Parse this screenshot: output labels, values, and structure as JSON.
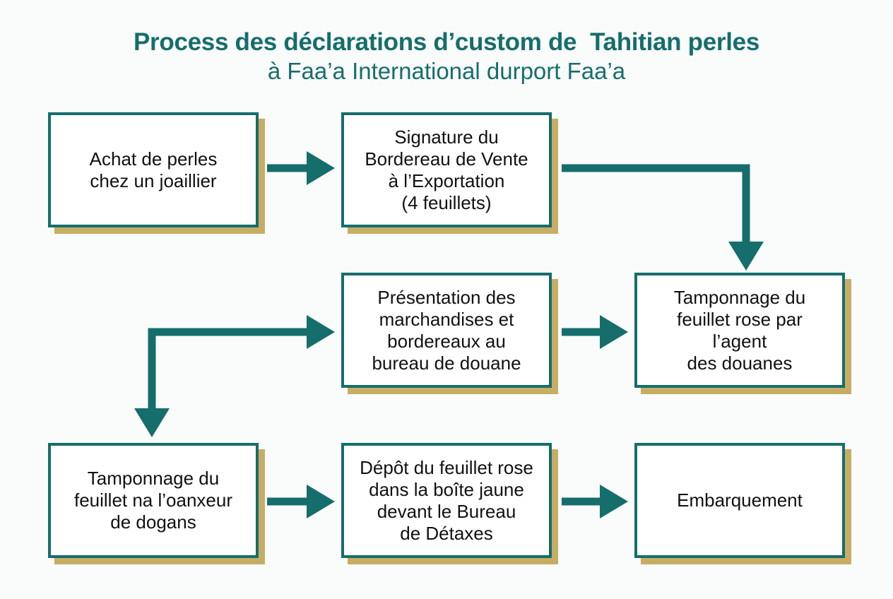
{
  "title": "Process des déclarations d’custom de  Tahitian perles",
  "subtitle": "à Faa’a International durport Faa’a",
  "steps": [
    {
      "id": "achat",
      "text": "Achat de perles\nchez un joaillier"
    },
    {
      "id": "signature",
      "text": "Signature du\nBordereau de Vente\nà l’Exportation\n (4 feuillets)"
    },
    {
      "id": "presentation",
      "text": "Présentation des\nmarchandises et\nbordereaux au\nbureau de douane"
    },
    {
      "id": "tamponnage-agent",
      "text": "Tamponnage du\nfeuillet rose par\nl’agent\ndes douanes"
    },
    {
      "id": "tamponnage-douane",
      "text": "Tamponnage du\nfeuillet na l’oanxeur\nde dogans"
    },
    {
      "id": "depot",
      "text": "Dépôt du feuillet rose\ndans la boîte jaune\ndevant le Bureau\n  de Détaxes"
    },
    {
      "id": "embarquement",
      "text": "Embarquement"
    }
  ],
  "colors": {
    "teal": "#156e6c",
    "gold": "#c7ad63",
    "background": "#fafbfb"
  }
}
